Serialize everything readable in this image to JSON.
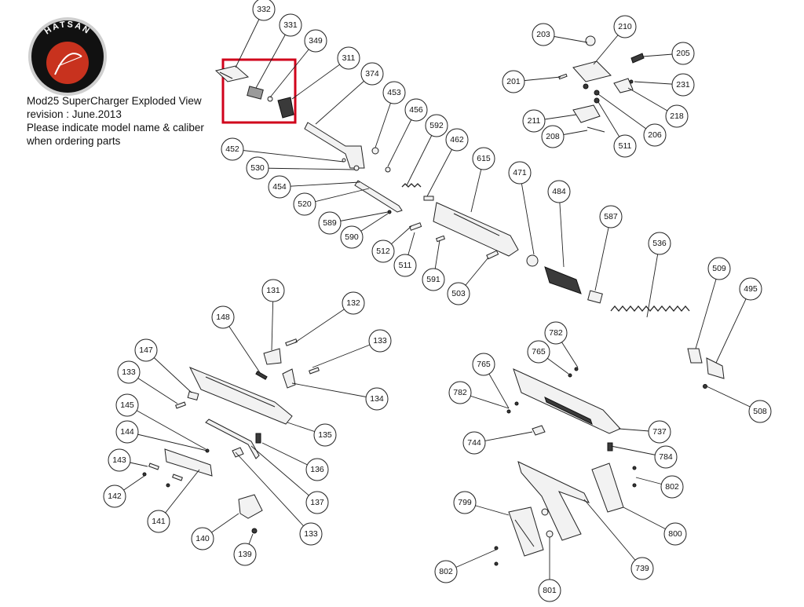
{
  "logo": {
    "text": "HATSAN",
    "colors": {
      "outer": "#111111",
      "inner": "#c8321e",
      "ring": "#8a8a8a"
    }
  },
  "title_lines": [
    "Mod25 SuperCharger  Exploded View",
    "revision : June.2013",
    "Please indicate model name & caliber",
    "when ordering parts"
  ],
  "highlight_color": "#d0021b",
  "callouts": [
    "332",
    "331",
    "349",
    "311",
    "374",
    "453",
    "456",
    "592",
    "462",
    "615",
    "471",
    "484",
    "587",
    "536",
    "509",
    "495",
    "203",
    "210",
    "205",
    "201",
    "231",
    "211",
    "218",
    "206",
    "208",
    "511",
    "452",
    "530",
    "454",
    "520",
    "589",
    "590",
    "512",
    "511",
    "591",
    "503",
    "131",
    "132",
    "148",
    "133",
    "147",
    "133",
    "134",
    "145",
    "135",
    "144",
    "136",
    "143",
    "142",
    "137",
    "141",
    "140",
    "133",
    "139",
    "782",
    "765",
    "765",
    "782",
    "737",
    "744",
    "784",
    "508",
    "802",
    "799",
    "800",
    "739",
    "802",
    "801"
  ]
}
